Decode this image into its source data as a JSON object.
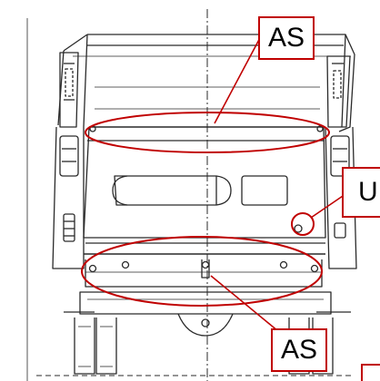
{
  "callouts": {
    "as_top": "AS",
    "as_bottom": "AS",
    "u_right": "U"
  },
  "colors": {
    "annotation": "#c00000",
    "drawing": "#2a2a2a"
  }
}
